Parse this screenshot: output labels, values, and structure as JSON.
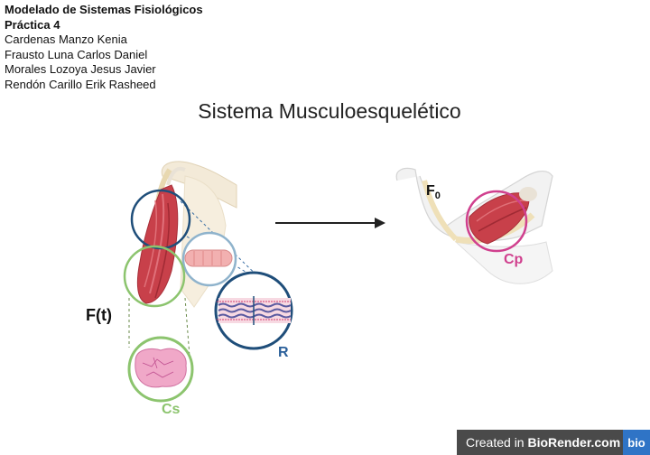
{
  "header": {
    "course": "Modelado de Sistemas Fisiológicos",
    "practice": "Práctica 4",
    "authors": [
      "Cardenas Manzo Kenia",
      "Frausto Luna Carlos Daniel",
      "Morales Lozoya Jesus Javier",
      "Rendón Carillo Erik Rasheed"
    ]
  },
  "title": "Sistema Musculoesquelético",
  "labels": {
    "force_t": "F(t)",
    "resistance": "R",
    "cs": "Cs",
    "cp": "Cp",
    "f0_base": "F",
    "f0_sub": "0"
  },
  "badge": {
    "created_in": "Created in ",
    "brand": "BioRender.com",
    "logo": "bio"
  },
  "colors": {
    "circle_navy": "#1f4e7a",
    "circle_green": "#8cc46e",
    "circle_lightblue": "#8fb3cc",
    "circle_pink": "#d0408e",
    "muscle_red": "#c8404a",
    "bone": "#efe0b8"
  }
}
